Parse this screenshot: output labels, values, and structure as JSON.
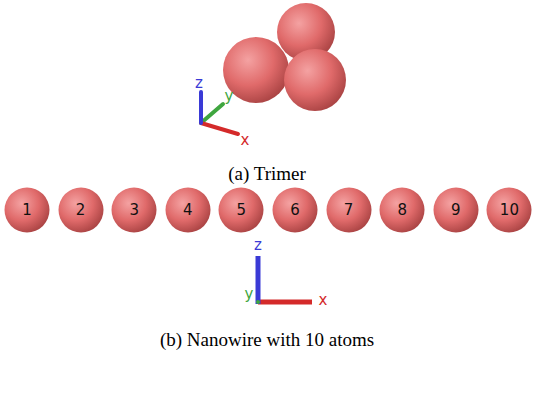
{
  "diagram": {
    "nodes": [
      {
        "text": [
          "1"
        ]
      },
      {
        "text": [
          "2"
        ]
      },
      {
        "text": [
          "3"
        ]
      },
      {
        "text": [
          "4"
        ]
      },
      {
        "text": [
          "5"
        ]
      },
      {
        "text": [
          "6"
        ]
      },
      {
        "text": [
          "7"
        ]
      },
      {
        "text": [
          "8"
        ]
      },
      {
        "text": [
          "9"
        ]
      },
      {
        "text": [
          "10"
        ]
      }
    ],
    "labels": [
      "z",
      "y",
      "x",
      "(a) Trimer",
      "z",
      "y",
      "x",
      "(b) Nanowire with 10 atoms"
    ]
  }
}
